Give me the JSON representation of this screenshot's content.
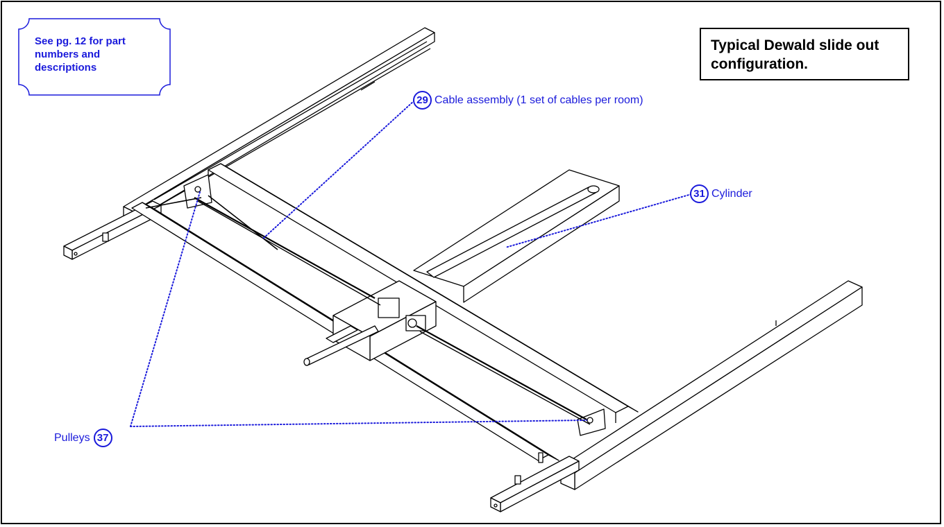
{
  "note": {
    "text": "See pg. 12 for part numbers and descriptions"
  },
  "title": {
    "text": "Typical Dewald slide out configuration."
  },
  "callouts": [
    {
      "number": "29",
      "label": "Cable assembly (1 set of cables per room)"
    },
    {
      "number": "31",
      "label": "Cylinder"
    },
    {
      "number": "37",
      "label": "Pulleys"
    }
  ],
  "colors": {
    "callout": "#1a1adb",
    "line": "#000000"
  }
}
